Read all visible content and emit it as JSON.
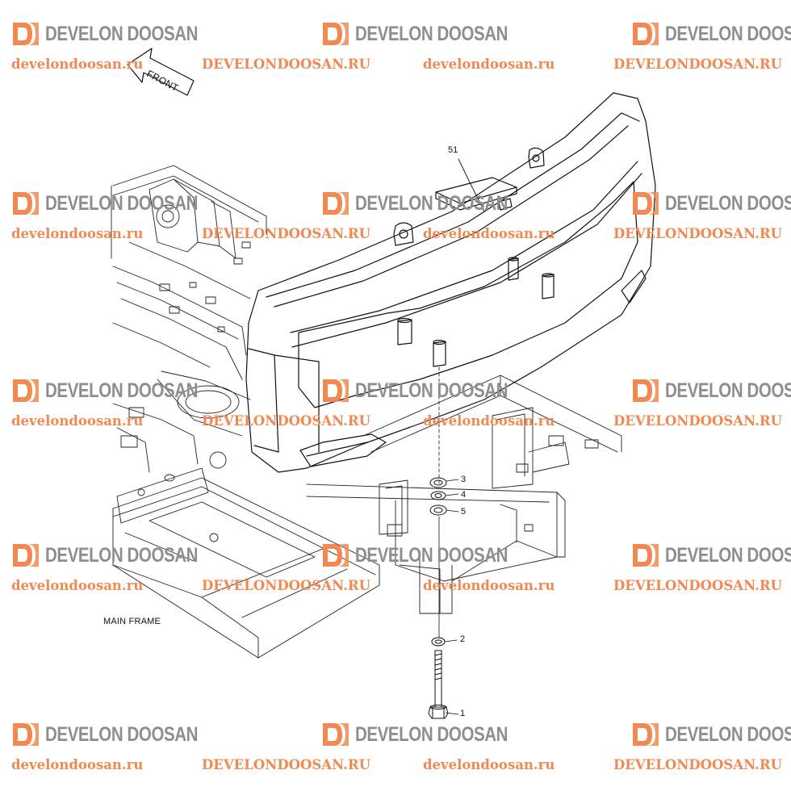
{
  "watermark": {
    "brand": "DEVELON DOOSAN",
    "brand_color": "#8e8e8e",
    "logo_color": "#f08a52",
    "url_color": "#f08a52",
    "urls": {
      "row1": [
        "develondoosan.ru",
        "DEVELONDOOSAN.RU",
        "develondoosan.ru",
        "DEVELONDOOSAN.RU"
      ],
      "row2": [
        "develondoosan.ru",
        "DEVELONDOOSAN.RU",
        "develondoosan.ru",
        "DEVELONDOOSAN.RU"
      ],
      "row3": [
        "develondoosan.ru",
        "DEVELONDOOSAN.RU",
        "develondoosan.ru",
        "DEVELONDOOSAN.RU"
      ],
      "row4": [
        "develondoosan.ru",
        "DEVELONDOOSAN.RU",
        "develondoosan.ru",
        "DEVELONDOOSAN.RU"
      ],
      "row5": [
        "develondoosan.ru",
        "DEVELONDOOSAN.RU",
        "develondoosan.ru",
        "DEVELONDOOSAN.RU"
      ]
    }
  },
  "diagram": {
    "front_label": "FRONT",
    "main_frame_label": "MAIN FRAME",
    "callouts": {
      "counterweight": "51",
      "washer_a": "3",
      "washer_b": "4",
      "washer_c": "5",
      "lower_washer": "2",
      "bolt": "1"
    },
    "line_color": "#1a1a1a"
  }
}
